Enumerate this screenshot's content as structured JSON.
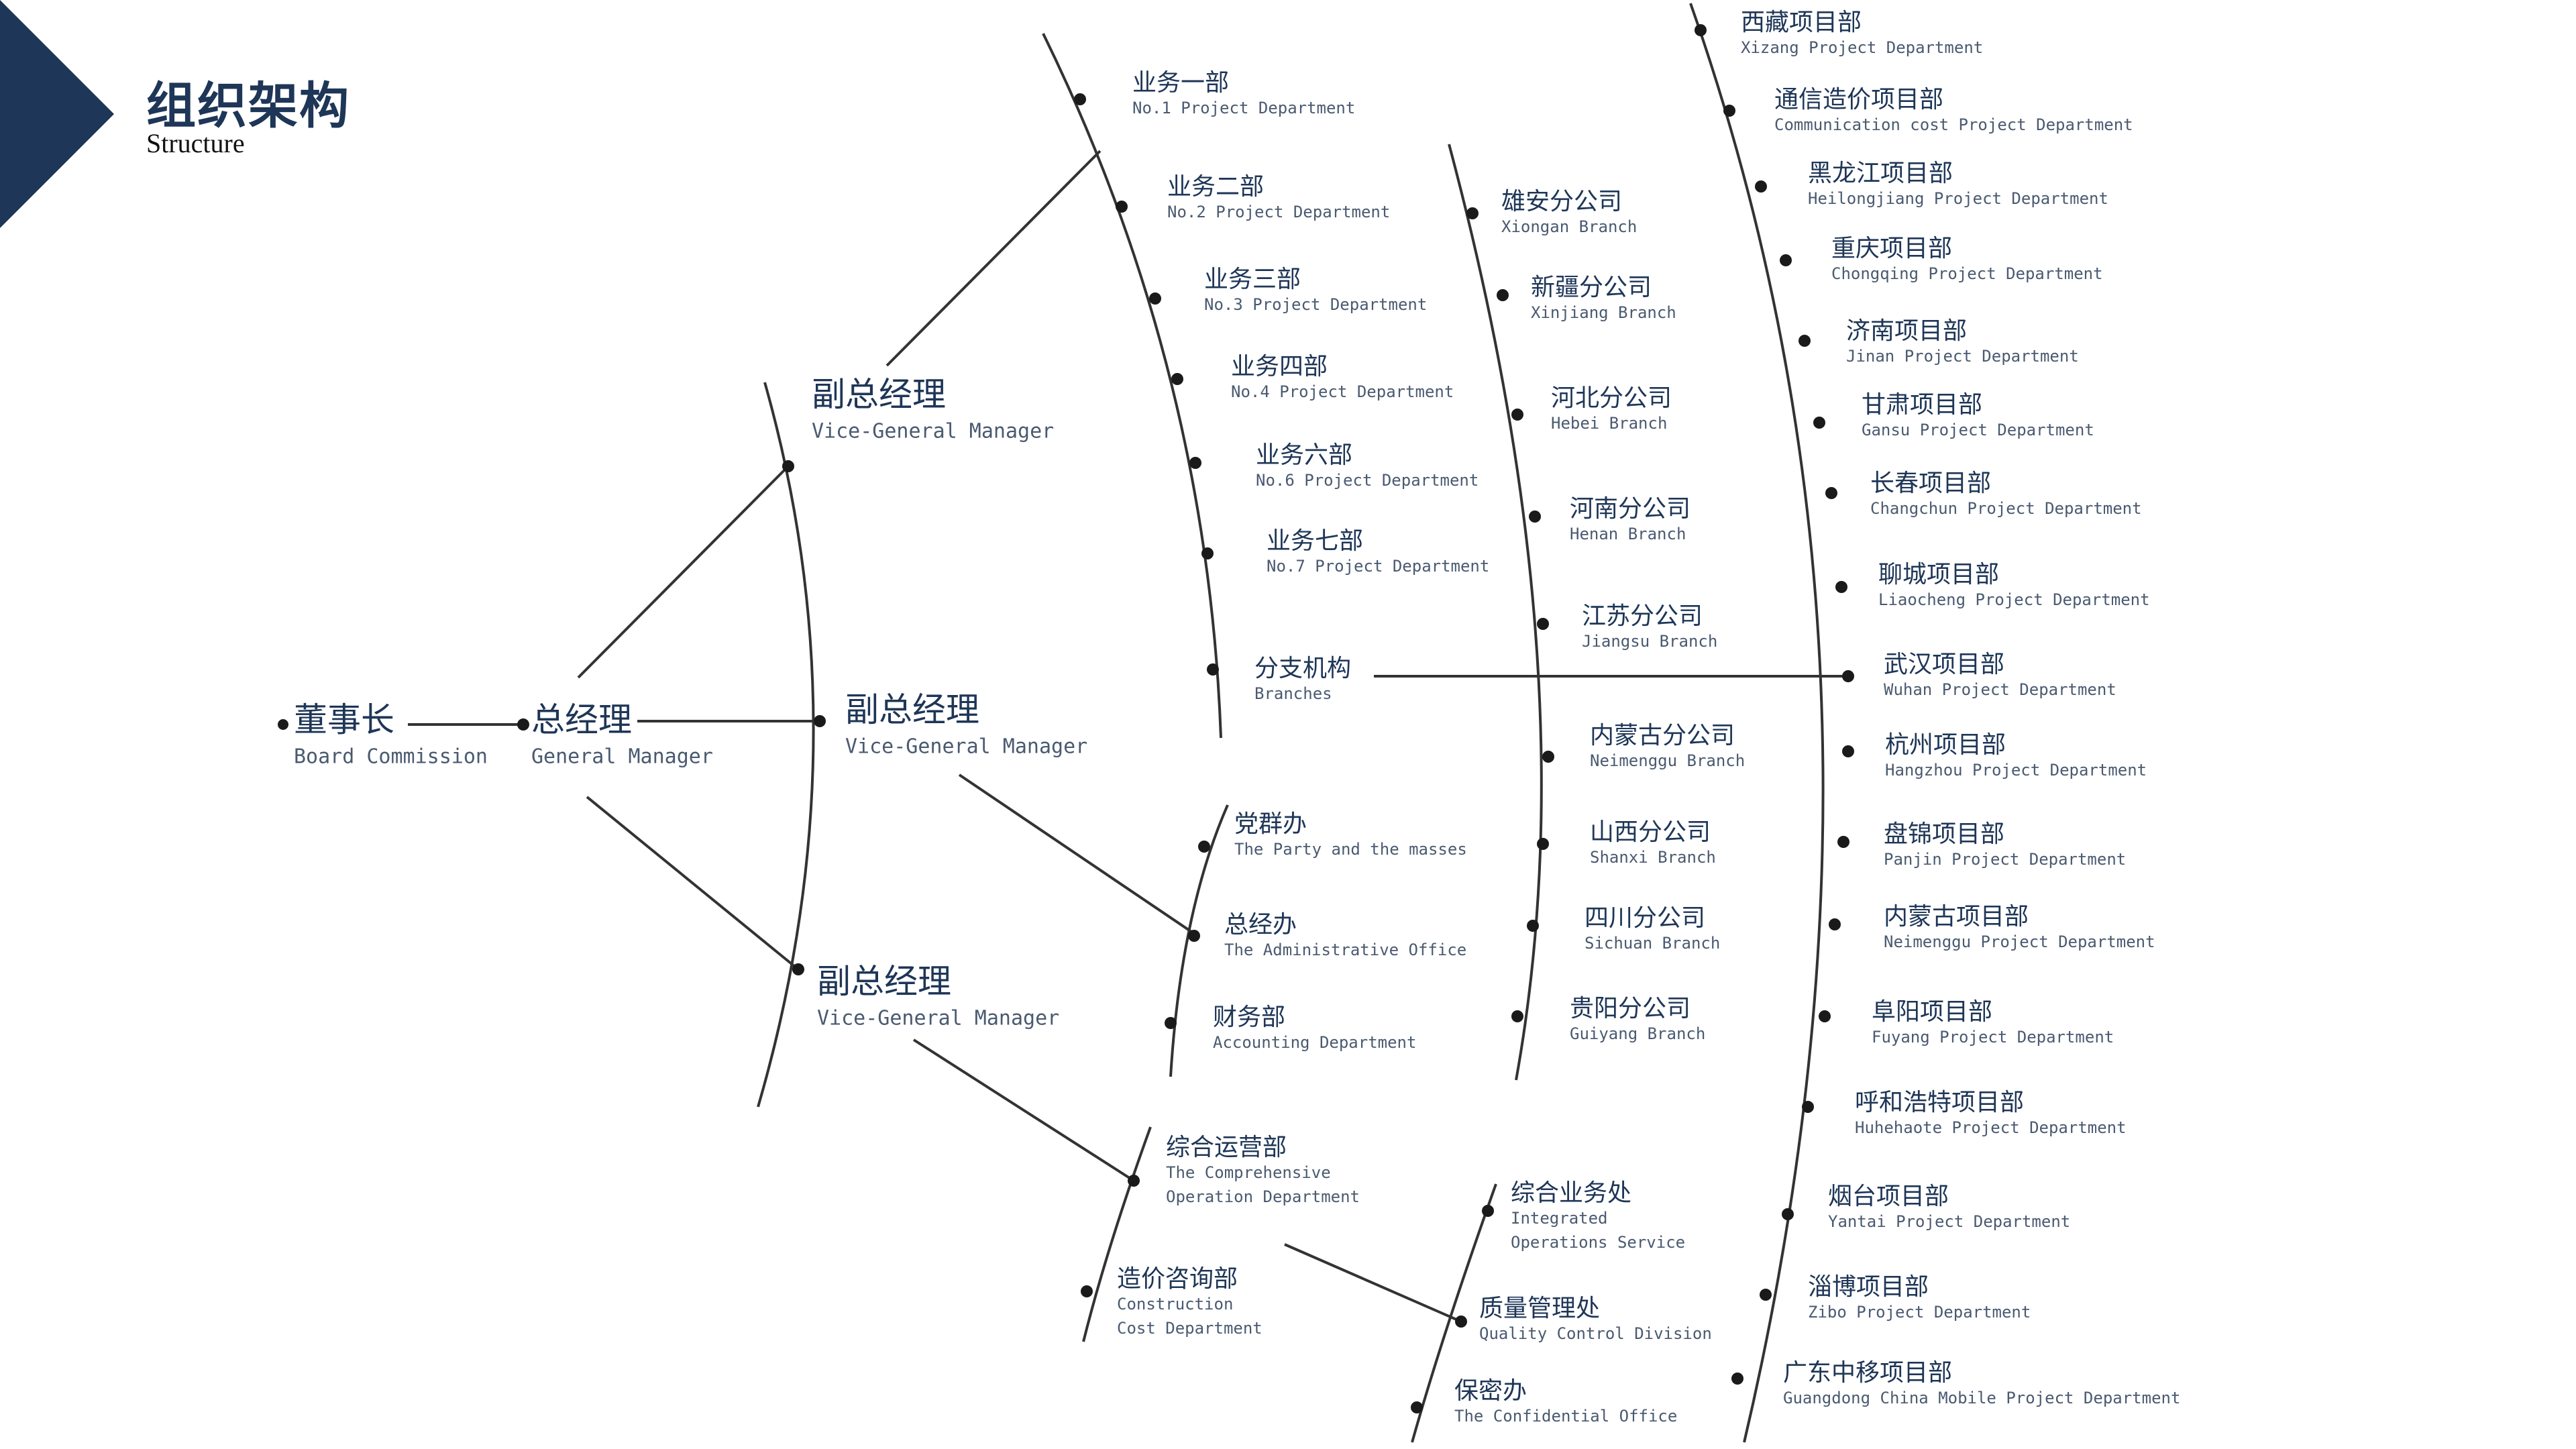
{
  "header": {
    "title": "组织架构",
    "subtitle": "Structure",
    "accent": "#1e3657"
  },
  "nodes": [
    {
      "id": "board",
      "cn": "董事长",
      "en": "Board Commission"
    },
    {
      "id": "gm",
      "cn": "总经理",
      "en": "General Manager"
    },
    {
      "id": "vgm1",
      "cn": "副总经理",
      "en": "Vice-General Manager"
    },
    {
      "id": "vgm2",
      "cn": "副总经理",
      "en": "Vice-General Manager"
    },
    {
      "id": "vgm3",
      "cn": "副总经理",
      "en": "Vice-General Manager"
    },
    {
      "id": "d1",
      "cn": "业务一部",
      "en": "No.1 Project Department"
    },
    {
      "id": "d2",
      "cn": "业务二部",
      "en": "No.2 Project Department"
    },
    {
      "id": "d3",
      "cn": "业务三部",
      "en": "No.3 Project Department"
    },
    {
      "id": "d4",
      "cn": "业务四部",
      "en": "No.4 Project Department"
    },
    {
      "id": "d6",
      "cn": "业务六部",
      "en": "No.6 Project Department"
    },
    {
      "id": "d7",
      "cn": "业务七部",
      "en": "No.7 Project Department"
    },
    {
      "id": "branches",
      "cn": "分支机构",
      "en": "Branches"
    },
    {
      "id": "b1",
      "cn": "雄安分公司",
      "en": "Xiongan Branch"
    },
    {
      "id": "b2",
      "cn": "新疆分公司",
      "en": "Xinjiang Branch"
    },
    {
      "id": "b3",
      "cn": "河北分公司",
      "en": "Hebei Branch"
    },
    {
      "id": "b4",
      "cn": "河南分公司",
      "en": "Henan Branch"
    },
    {
      "id": "b5",
      "cn": "江苏分公司",
      "en": "Jiangsu Branch"
    },
    {
      "id": "b6",
      "cn": "内蒙古分公司",
      "en": "Neimenggu Branch"
    },
    {
      "id": "b7",
      "cn": "山西分公司",
      "en": "Shanxi Branch"
    },
    {
      "id": "b8",
      "cn": "四川分公司",
      "en": "Sichuan Branch"
    },
    {
      "id": "b9",
      "cn": "贵阳分公司",
      "en": "Guiyang Branch"
    },
    {
      "id": "p1",
      "cn": "西藏项目部",
      "en": "Xizang Project Department"
    },
    {
      "id": "p2",
      "cn": "通信造价项目部",
      "en": "Communication cost Project Department"
    },
    {
      "id": "p3",
      "cn": "黑龙江项目部",
      "en": "Heilongjiang Project Department"
    },
    {
      "id": "p4",
      "cn": "重庆项目部",
      "en": "Chongqing Project Department"
    },
    {
      "id": "p5",
      "cn": "济南项目部",
      "en": "Jinan Project Department"
    },
    {
      "id": "p6",
      "cn": "甘肃项目部",
      "en": "Gansu Project Department"
    },
    {
      "id": "p7",
      "cn": "长春项目部",
      "en": "Changchun Project Department"
    },
    {
      "id": "p8",
      "cn": "聊城项目部",
      "en": "Liaocheng Project Department"
    },
    {
      "id": "p9",
      "cn": "武汉项目部",
      "en": "Wuhan Project Department"
    },
    {
      "id": "p10",
      "cn": "杭州项目部",
      "en": "Hangzhou Project Department"
    },
    {
      "id": "p11",
      "cn": "盘锦项目部",
      "en": "Panjin Project Department"
    },
    {
      "id": "p12",
      "cn": "内蒙古项目部",
      "en": "Neimenggu Project Department"
    },
    {
      "id": "p13",
      "cn": "阜阳项目部",
      "en": "Fuyang Project Department"
    },
    {
      "id": "p14",
      "cn": "呼和浩特项目部",
      "en": "Huhehaote Project Department"
    },
    {
      "id": "p15",
      "cn": "烟台项目部",
      "en": "Yantai Project Department"
    },
    {
      "id": "p16",
      "cn": "淄博项目部",
      "en": "Zibo Project Department"
    },
    {
      "id": "p17",
      "cn": "广东中移项目部",
      "en": "Guangdong China Mobile Project Department"
    },
    {
      "id": "o1",
      "cn": "党群办",
      "en": "The Party and the masses"
    },
    {
      "id": "o2",
      "cn": "总经办",
      "en": "The Administrative Office"
    },
    {
      "id": "o3",
      "cn": "财务部",
      "en": "Accounting Department"
    },
    {
      "id": "op1",
      "cn": "综合运营部",
      "en": "The Comprehensive Operation Department"
    },
    {
      "id": "op2",
      "cn": "造价咨询部",
      "en": "Construction Cost Department"
    },
    {
      "id": "s1",
      "cn": "综合业务处",
      "en": "Integrated Operations Service"
    },
    {
      "id": "s2",
      "cn": "质量管理处",
      "en": "Quality Control Division"
    },
    {
      "id": "s3",
      "cn": "保密办",
      "en": "The Confidential Office"
    }
  ]
}
